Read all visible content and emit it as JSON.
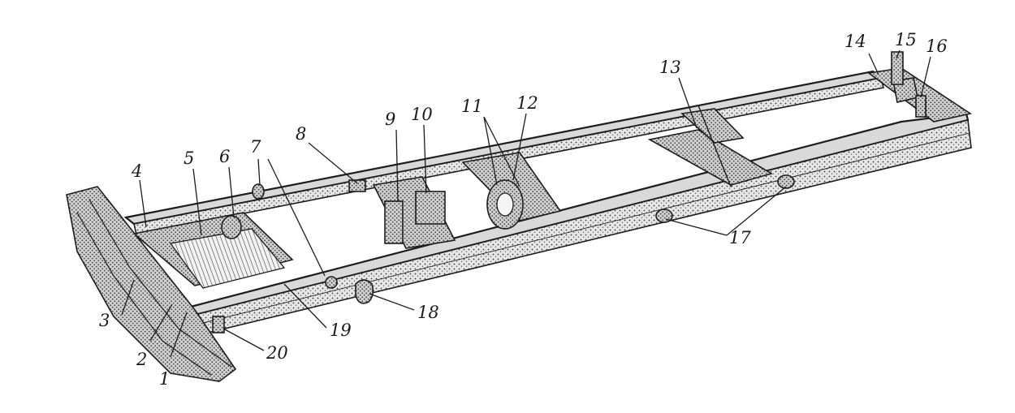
{
  "callouts": [
    {
      "id": "1",
      "text": "1"
    },
    {
      "id": "2",
      "text": "2"
    },
    {
      "id": "3",
      "text": "3"
    },
    {
      "id": "4",
      "text": "4"
    },
    {
      "id": "5",
      "text": "5"
    },
    {
      "id": "6",
      "text": "6"
    },
    {
      "id": "7",
      "text": "7"
    },
    {
      "id": "8",
      "text": "8"
    },
    {
      "id": "9",
      "text": "9"
    },
    {
      "id": "10",
      "text": "10"
    },
    {
      "id": "11",
      "text": "11"
    },
    {
      "id": "12",
      "text": "12"
    },
    {
      "id": "13",
      "text": "13"
    },
    {
      "id": "14",
      "text": "14"
    },
    {
      "id": "15",
      "text": "15"
    },
    {
      "id": "16",
      "text": "16"
    },
    {
      "id": "17",
      "text": "17"
    },
    {
      "id": "18",
      "text": "18"
    },
    {
      "id": "19",
      "text": "19"
    },
    {
      "id": "20",
      "text": "20"
    }
  ]
}
